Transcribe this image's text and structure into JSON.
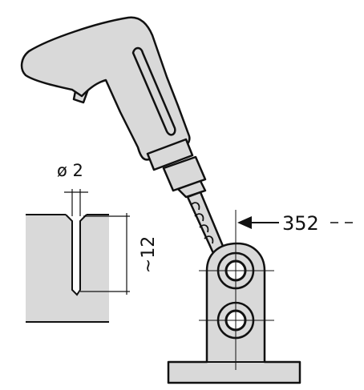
{
  "labels": {
    "diameter": "ø 2",
    "depth": "~12",
    "reference": "352"
  },
  "colors": {
    "fill": "#d9d9d9",
    "stroke": "#111111",
    "background": "#ffffff"
  },
  "icons": {
    "tool": "drill-icon"
  }
}
